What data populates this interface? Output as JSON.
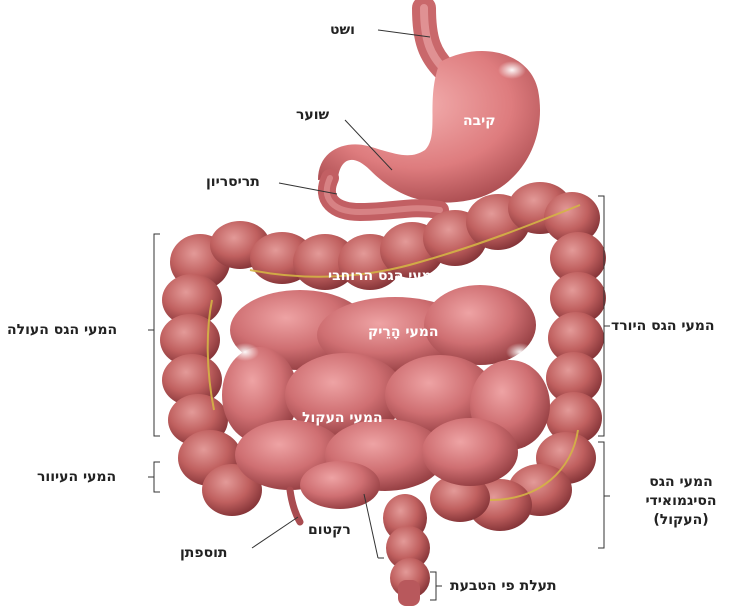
{
  "labels": {
    "esophagus": "ושט",
    "stomach": "קיבה",
    "pylorus": "שוער",
    "duodenum": "תריסריון",
    "transverse_colon": "המעי הגס הרוחבי",
    "jejunum": "המעי הָרֵיק",
    "ileum": "המעי העקול",
    "ascending_colon": "המעי הגס העולה",
    "descending_colon": "המעי הגס היורד",
    "cecum": "המעי העיוור",
    "sigmoid_line1": "המעי הגס",
    "sigmoid_line2": "הסיגמואידי",
    "sigmoid_line3": "(העקול)",
    "appendix": "תוספתן",
    "rectum": "רקטום",
    "anal_canal": "תעלת פי הטבעת"
  },
  "colors": {
    "organ_base": "#c9666a",
    "organ_dark": "#8f3a3e",
    "organ_light": "#e8a2a3",
    "stomach": "#dd7b7d",
    "fat": "#d4b445",
    "label_text": "#222222",
    "inner_text": "#ffffff",
    "leader_line": "#333333"
  }
}
